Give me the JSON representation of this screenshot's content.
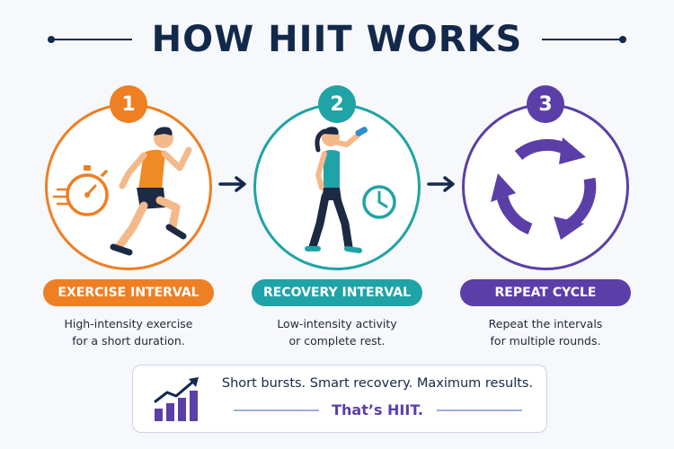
{
  "title": "HOW HIIT WORKS",
  "colors": {
    "title": "#13294b",
    "exercise": "#ee7f22",
    "recovery": "#1fa3a6",
    "repeat": "#5b3ea8",
    "arrow": "#13294b"
  },
  "steps": [
    {
      "number": "1",
      "label": "EXERCISE INTERVAL",
      "description_lines": [
        "High-intensity exercise",
        "for a short duration."
      ],
      "icons": [
        "running-man-icon",
        "stopwatch-icon"
      ]
    },
    {
      "number": "2",
      "label": "RECOVERY INTERVAL",
      "description_lines": [
        "Low-intensity activity",
        "or complete rest."
      ],
      "icons": [
        "walking-woman-drinking-icon",
        "clock-icon"
      ]
    },
    {
      "number": "3",
      "label": "REPEAT CYCLE",
      "description_lines": [
        "Repeat the intervals",
        "for multiple rounds."
      ],
      "icons": [
        "cycle-arrows-icon"
      ]
    }
  ],
  "banner": {
    "line1": "Short bursts. Smart recovery. Maximum results.",
    "line2": "That’s HIIT.",
    "icon": "growth-chart-icon"
  }
}
